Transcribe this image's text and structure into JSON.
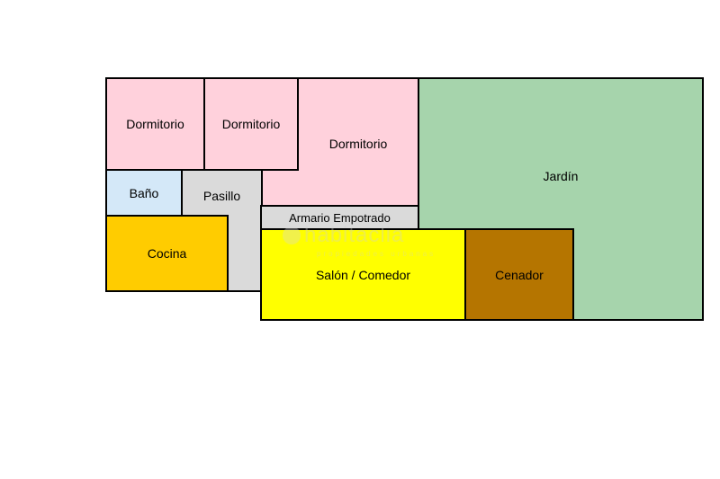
{
  "rooms": {
    "dormitorio_1": {
      "label": "Dormitorio",
      "color": "#ffd1dc"
    },
    "dormitorio_2": {
      "label": "Dormitorio",
      "color": "#ffd1dc"
    },
    "dormitorio_3": {
      "label": "Dormitorio",
      "color": "#ffd1dc"
    },
    "jardin": {
      "label": "Jardín",
      "color": "#a6d4ac"
    },
    "bano": {
      "label": "Baño",
      "color": "#d4e8f8"
    },
    "pasillo": {
      "label": "Pasillo",
      "color": "#dadada"
    },
    "armario": {
      "label": "Armario Empotrado",
      "color": "#dadada"
    },
    "cocina": {
      "label": "Cocina",
      "color": "#ffcc00"
    },
    "salon": {
      "label": "Salón / Comedor",
      "color": "#ffff00"
    },
    "cenador": {
      "label": "Cenador",
      "color": "#b57500"
    }
  },
  "watermark": {
    "text": "habitaclia",
    "subtext": "propiedades urbanas"
  }
}
